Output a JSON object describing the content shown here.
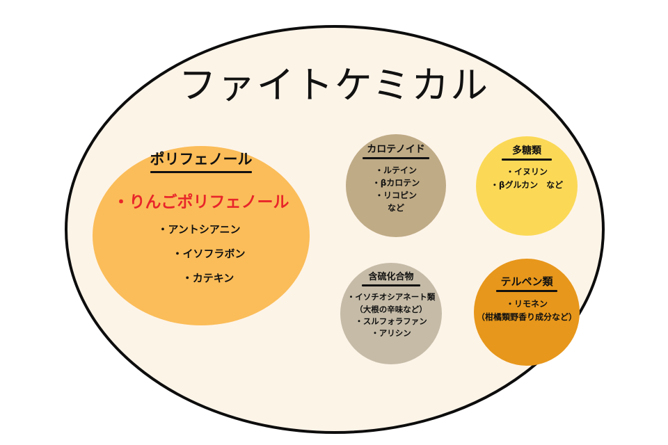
{
  "diagram": {
    "title": "ファイトケミカル",
    "outer_shape": "ellipse",
    "outer_fill": "#fdf4e8",
    "outer_stroke": "#0d0d0d",
    "canvas_bg": "#ffffff"
  },
  "groups": [
    {
      "id": "polyphenol",
      "title": "ポリフェノール",
      "color": "#fbbd59",
      "highlight": {
        "text": "・りんごポリフェノール",
        "color": "#e8252a"
      },
      "items": [
        "・アントシアニン",
        "・イソフラボン",
        "・カテキン"
      ]
    },
    {
      "id": "carotenoid",
      "title": "カロテノイド",
      "color": "#bfab86",
      "items": [
        "・ルテイン",
        "・βカロテン",
        "・リコピン",
        "など"
      ]
    },
    {
      "id": "polysaccharide",
      "title": "多糖類",
      "color": "#fbd957",
      "items": [
        "・イヌリン",
        "・βグルカン　など"
      ]
    },
    {
      "id": "sulfur",
      "title": "含硫化合物",
      "color": "#c5bba7",
      "items": [
        "・イソチオシアネート類",
        "（大根の辛味など）",
        "・スルフォラファン",
        "・アリシン"
      ]
    },
    {
      "id": "terpene",
      "title": "テルペン類",
      "color": "#e7971b",
      "items": [
        "・リモネン",
        "（柑橘類野香り成分など）"
      ]
    }
  ]
}
